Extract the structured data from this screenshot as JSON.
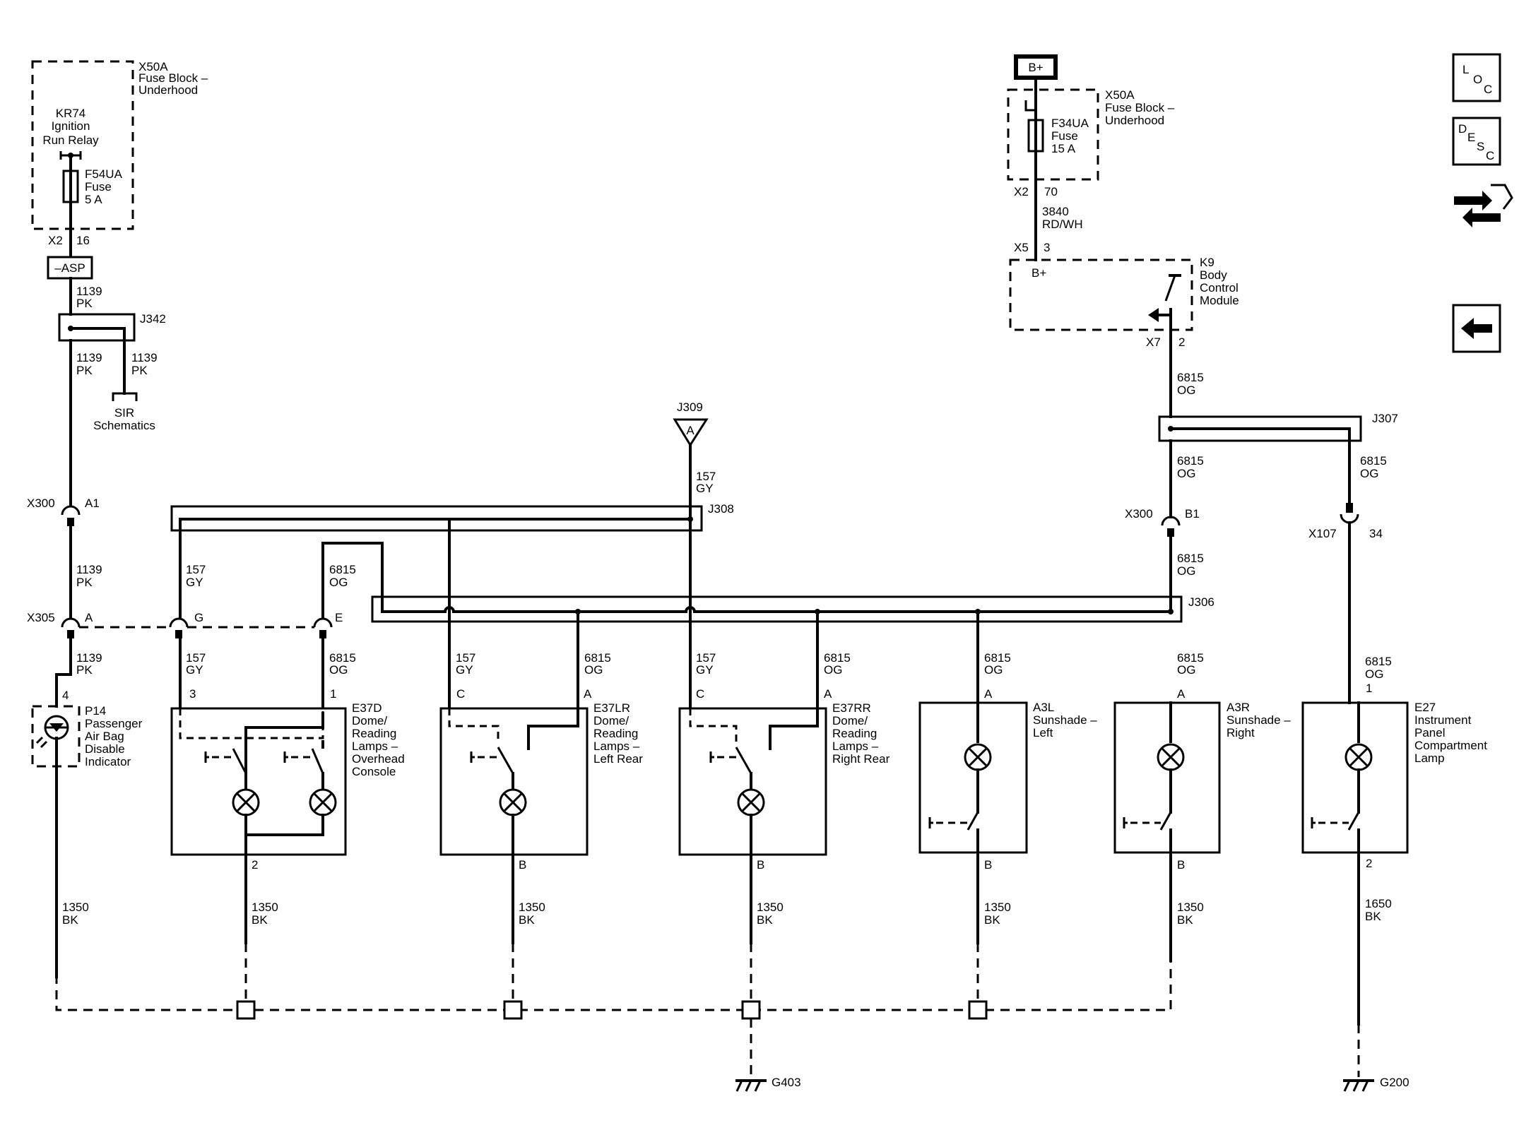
{
  "fuse_block_left": {
    "id": "X50A",
    "name_lines": [
      "Fuse Block –",
      "Underhood"
    ],
    "relay_lines": [
      "KR74",
      "Ignition",
      "Run Relay"
    ],
    "fuse_lines": [
      "F54UA",
      "Fuse",
      "5 A"
    ],
    "conn": "X2",
    "pin": "16"
  },
  "fuse_block_right": {
    "supply": "B+",
    "id": "X50A",
    "name_lines": [
      "Fuse Block –",
      "Underhood"
    ],
    "fuse_lines": [
      "F34UA",
      "Fuse",
      "15 A"
    ],
    "conn": "X2",
    "pin": "70"
  },
  "asp": "–ASP",
  "bcm": {
    "id": "K9",
    "name_lines": [
      "Body",
      "Control",
      "Module"
    ],
    "bplus": "B+",
    "in_conn": "X5",
    "in_pin": "3",
    "out_conn": "X7",
    "out_pin": "2"
  },
  "splices": {
    "j342": "J342",
    "j309": "J309",
    "j309_tag": "A",
    "j308": "J308",
    "j306": "J306",
    "j307": "J307"
  },
  "sir": [
    "SIR",
    "Schematics"
  ],
  "inline": {
    "x300_a1": {
      "conn": "X300",
      "pin": "A1"
    },
    "x300_b1": {
      "conn": "X300",
      "pin": "B1"
    },
    "x107": {
      "conn": "X107",
      "pin": "34"
    },
    "x305": {
      "conn": "X305",
      "pin_a": "A",
      "pin_g": "G",
      "pin_e": "E"
    }
  },
  "wires": [
    {
      "circuit": "1139",
      "color": "PK"
    },
    {
      "circuit": "157",
      "color": "GY"
    },
    {
      "circuit": "6815",
      "color": "OG"
    },
    {
      "circuit": "3840",
      "color": "RD/WH"
    },
    {
      "circuit": "1350",
      "color": "BK"
    },
    {
      "circuit": "1650",
      "color": "BK"
    }
  ],
  "components": {
    "p14": {
      "pin": "4",
      "lines": [
        "P14",
        "Passenger",
        "Air Bag",
        "Disable",
        "Indicator"
      ]
    },
    "e37d": {
      "pin_gy": "3",
      "pin_og": "1",
      "pin_gnd": "2",
      "lines": [
        "E37D",
        "Dome/",
        "Reading",
        "Lamps –",
        "Overhead",
        "Console"
      ]
    },
    "e37lr": {
      "pin_gy": "C",
      "pin_og": "A",
      "pin_gnd": "B",
      "lines": [
        "E37LR",
        "Dome/",
        "Reading",
        "Lamps –",
        "Left Rear"
      ]
    },
    "e37rr": {
      "pin_gy": "C",
      "pin_og": "A",
      "pin_gnd": "B",
      "lines": [
        "E37RR",
        "Dome/",
        "Reading",
        "Lamps –",
        "Right Rear"
      ]
    },
    "a3l": {
      "pin_og": "A",
      "pin_gnd": "B",
      "lines": [
        "A3L",
        "Sunshade –",
        "Left"
      ]
    },
    "a3r": {
      "pin_og": "A",
      "pin_gnd": "B",
      "lines": [
        "A3R",
        "Sunshade –",
        "Right"
      ]
    },
    "e27": {
      "pin_og": "1",
      "pin_gnd": "2",
      "lines": [
        "E27",
        "Instrument",
        "Panel",
        "Compartment",
        "Lamp"
      ]
    }
  },
  "grounds": {
    "g403": "G403",
    "g200": "G200"
  },
  "nav_buttons": [
    {
      "name": "loc",
      "letters": [
        "L",
        "O",
        "C"
      ]
    },
    {
      "name": "desc",
      "letters": [
        "D",
        "E",
        "S",
        "C"
      ]
    }
  ]
}
